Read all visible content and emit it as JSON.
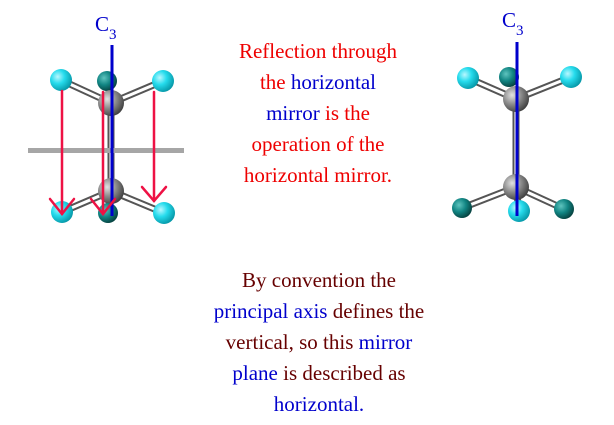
{
  "colors": {
    "accent_red": "#ee0000",
    "accent_blue": "#0000cc",
    "accent_maroon": "#660000",
    "atom_cyan": "#1fd6e6",
    "atom_teal": "#0f7f7c",
    "atom_gray": "#808080",
    "mirror_plane": "#a6a6a6",
    "arrow": "#ee1144"
  },
  "left_molecule": {
    "axis_label": {
      "main": "C",
      "sub": "3"
    }
  },
  "right_molecule": {
    "axis_label": {
      "main": "C",
      "sub": "3"
    }
  },
  "caption_top": {
    "lines": [
      [
        {
          "text": "Reflection through",
          "color": "red"
        }
      ],
      [
        {
          "text": "the ",
          "color": "red"
        },
        {
          "text": "horizontal",
          "color": "blue"
        }
      ],
      [
        {
          "text": "mirror",
          "color": "blue"
        },
        {
          "text": " is the",
          "color": "red"
        }
      ],
      [
        {
          "text": "operation of the",
          "color": "red"
        }
      ],
      [
        {
          "text": "horizontal mirror.",
          "color": "red"
        }
      ]
    ]
  },
  "caption_bottom": {
    "lines": [
      [
        {
          "text": "By convention the",
          "color": "maroon"
        }
      ],
      [
        {
          "text": "principal axis",
          "color": "blue"
        },
        {
          "text": " defines the",
          "color": "maroon"
        }
      ],
      [
        {
          "text": "vertical, so this ",
          "color": "maroon"
        },
        {
          "text": "mirror",
          "color": "blue"
        }
      ],
      [
        {
          "text": "plane",
          "color": "blue"
        },
        {
          "text": " is described as",
          "color": "maroon"
        }
      ],
      [
        {
          "text": "horizontal.",
          "color": "blue"
        }
      ]
    ]
  }
}
